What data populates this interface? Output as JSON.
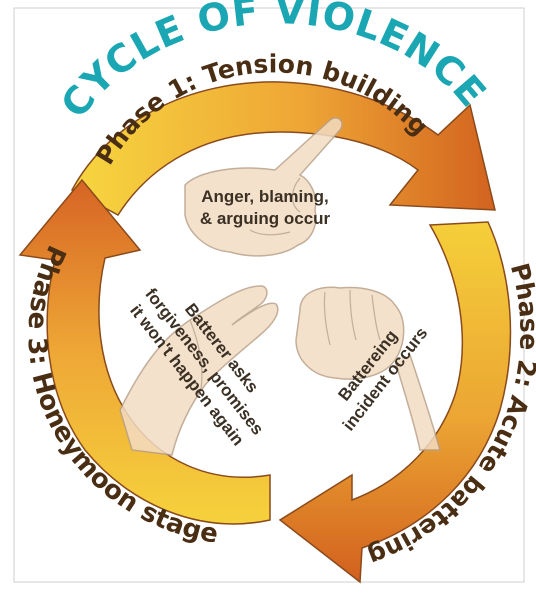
{
  "title": "CYCLE OF VIOLENCE",
  "phases": [
    {
      "label": "Phase 1: Tension building"
    },
    {
      "label": "Phase 2: Acute battering"
    },
    {
      "label": "Phase 3: Honeymoon stage"
    }
  ],
  "descriptions": {
    "anger_line1": "Anger, blaming,",
    "anger_line2": "& arguing occur",
    "incident_line1": "Battereing",
    "incident_line2": "incident occurs",
    "apology_line1": "Batterer asks",
    "apology_line2": "forgiveness, promises",
    "apology_line3": "it won't happen again"
  },
  "icons": [
    "pointing-hand-icon",
    "fist-icon",
    "open-hands-icon"
  ],
  "colors": {
    "title": "#1aa7b3",
    "ring_light": "#f7d63f",
    "ring_dark": "#d66a24",
    "text": "#3b3024",
    "skin": "#f2dcc4"
  }
}
